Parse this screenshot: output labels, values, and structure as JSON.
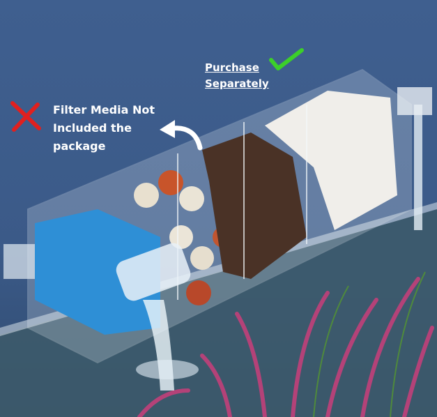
{
  "overlay": {
    "not_included_line1": "Filter Media Not",
    "not_included_line2": "Included the",
    "not_included_line3": "package",
    "purchase_line1": "Purchase",
    "purchase_line2": "Separately"
  },
  "icons": {
    "cross": "x-mark-icon",
    "check": "check-mark-icon",
    "arrow": "curved-arrow-icon"
  },
  "colors": {
    "background": "#3f5f8f",
    "cross": "#e0201f",
    "check": "#3ccf2a",
    "text": "#ffffff"
  }
}
